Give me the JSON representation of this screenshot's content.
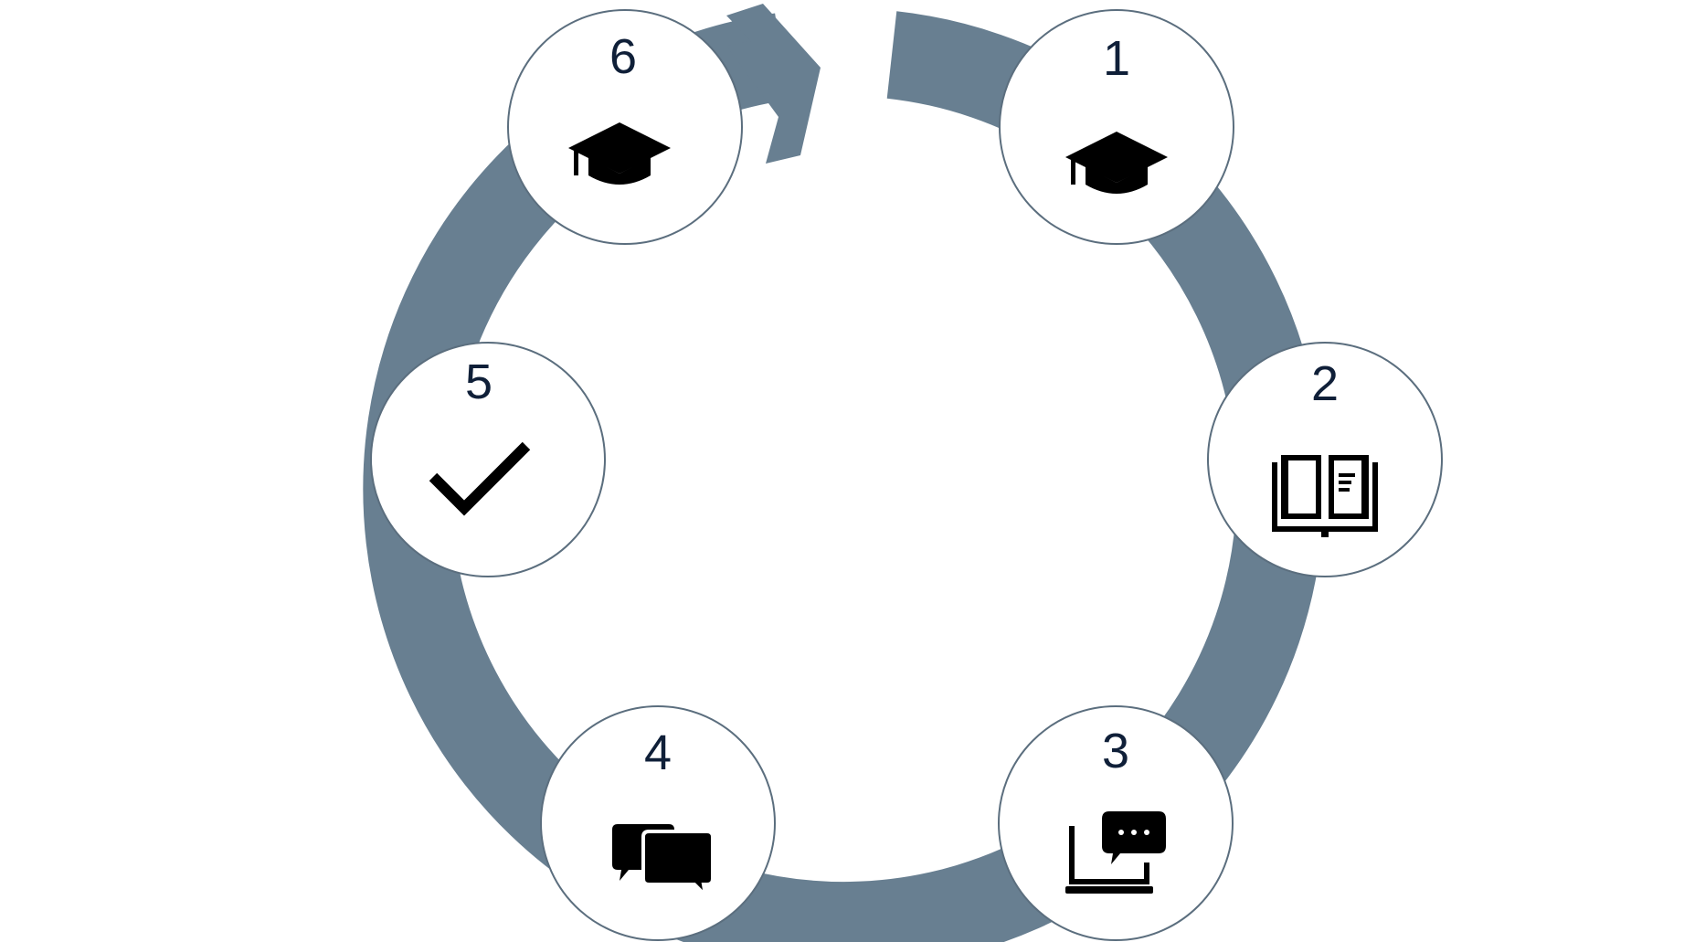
{
  "colors": {
    "ring": "#687f91",
    "node_fill": "#ffffff",
    "node_stroke": "#5b6e7e",
    "number": "#0f1f38",
    "icon": "#000000",
    "background": "#ffffff"
  },
  "steps": [
    {
      "number": "1",
      "icon": "graduation-cap-icon"
    },
    {
      "number": "2",
      "icon": "open-book-icon"
    },
    {
      "number": "3",
      "icon": "laptop-chat-icon"
    },
    {
      "number": "4",
      "icon": "chat-bubbles-icon"
    },
    {
      "number": "5",
      "icon": "checkmark-icon"
    },
    {
      "number": "6",
      "icon": "graduation-cap-icon"
    }
  ]
}
